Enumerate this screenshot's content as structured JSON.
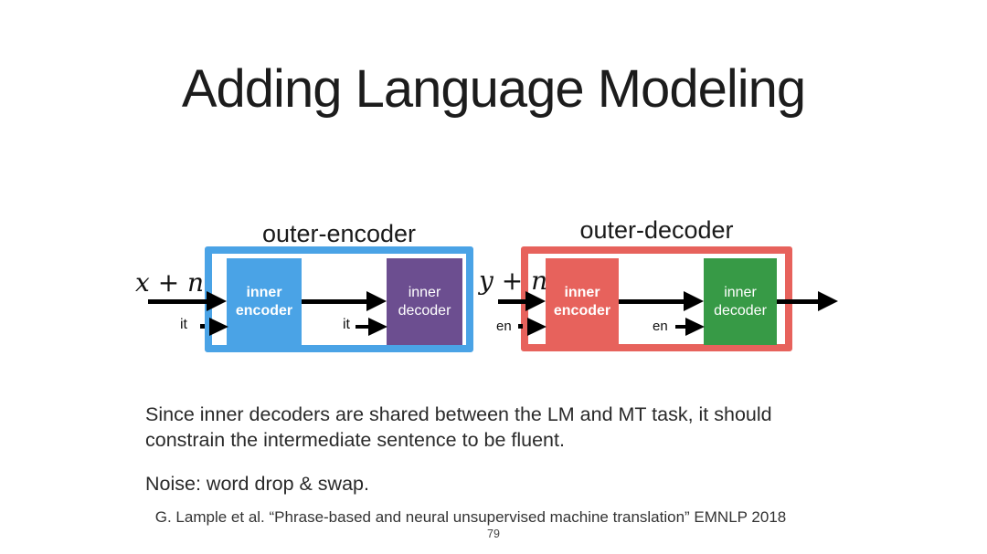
{
  "slide": {
    "title": "Adding Language Modeling",
    "body_text": "Since inner decoders are shared between the LM and MT task, it should constrain the intermediate sentence to be fluent.",
    "noise_text": "Noise: word drop & swap.",
    "citation": "G. Lample et al. “Phrase-based and neural unsupervised machine translation” EMNLP 2018",
    "page_number": "79"
  },
  "diagram": {
    "arrow_color": "#000000",
    "groups": [
      {
        "label": "outer-encoder",
        "accent_color": "#4aa3e6",
        "input_label": "x + n",
        "token_label": "it",
        "boxes": [
          {
            "label": "inner encoder",
            "color": "#4aa3e6"
          },
          {
            "label": "inner decoder",
            "color": "#6c4e90"
          }
        ]
      },
      {
        "label": "outer-decoder",
        "accent_color": "#e7625c",
        "input_label": "y + n",
        "token_label": "en",
        "boxes": [
          {
            "label": "inner encoder",
            "color": "#e7625c"
          },
          {
            "label": "inner decoder",
            "color": "#379a46"
          }
        ]
      }
    ]
  }
}
